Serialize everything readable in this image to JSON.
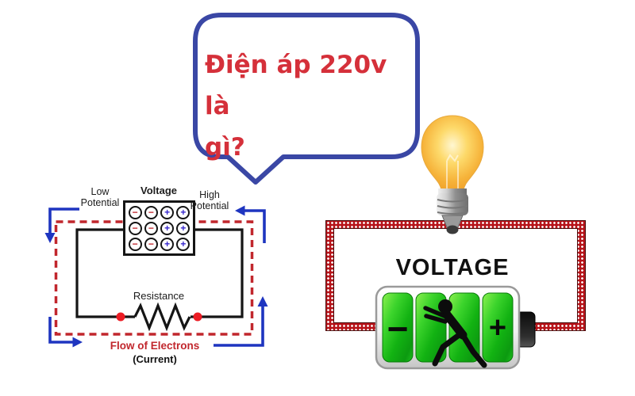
{
  "speech_bubble": {
    "text_line1": "Điện áp 220v là",
    "text_line2": "gì?",
    "text_color": "#d5303a",
    "border_color": "#3a47a5"
  },
  "left_diagram": {
    "label_low_potential": "Low Potential",
    "label_voltage": "Voltage",
    "label_high_potential": "High Potential",
    "label_resistance": "Resistance",
    "label_flow_of_electrons": "Flow of Electrons",
    "label_current": "(Current)",
    "charge_rows": [
      [
        "−",
        "−",
        "+",
        "+"
      ],
      [
        "−",
        "−",
        "+",
        "+"
      ],
      [
        "−",
        "−",
        "+",
        "+"
      ]
    ],
    "colors": {
      "wire_black": "#151515",
      "dashed_red": "#c1272d",
      "arrow_blue": "#1e35c0",
      "minus_red": "#c1272d",
      "plus_blue": "#3526cd",
      "junction_dot_red": "#ec1c24"
    }
  },
  "right_diagram": {
    "title": "VOLTAGE",
    "battery_minus": "−",
    "battery_plus": "+",
    "colors": {
      "hatch_red": "#b7151b",
      "battery_green": "#12b212",
      "bulb_yellow": "#f6b33a"
    }
  }
}
